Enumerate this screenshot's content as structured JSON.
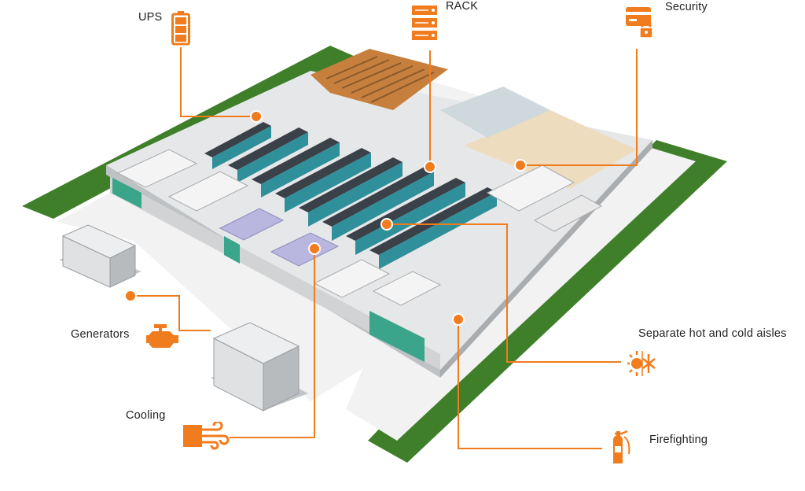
{
  "colors": {
    "accent": "#f07c1e",
    "grass": "#3f7f2a",
    "rack": "#3b4148",
    "rack_cold_side": "#2f8f9a",
    "floor": "#e6e7e8",
    "wall": "#c9cbcd"
  },
  "callouts": [
    {
      "id": "ups",
      "label": "UPS",
      "icon": "battery-icon"
    },
    {
      "id": "rack",
      "label": "RACK",
      "icon": "server-rack-icon"
    },
    {
      "id": "security",
      "label": "Security",
      "icon": "card-lock-icon"
    },
    {
      "id": "generators",
      "label": "Generators",
      "icon": "engine-icon"
    },
    {
      "id": "aisles",
      "label": "Separate hot and cold aisles",
      "icon": "hot-cold-icon"
    },
    {
      "id": "cooling",
      "label": "Cooling",
      "icon": "airflow-icon"
    },
    {
      "id": "firefighting",
      "label": "Firefighting",
      "icon": "fire-extinguisher-icon"
    }
  ]
}
